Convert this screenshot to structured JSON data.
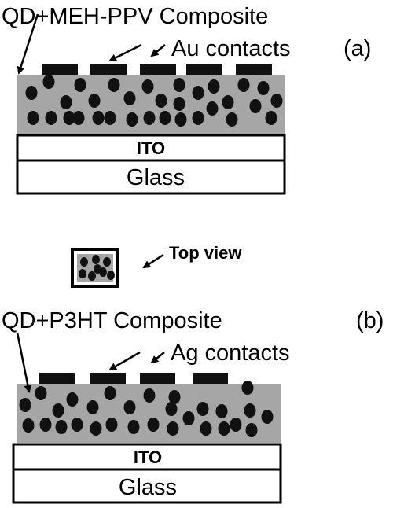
{
  "panel_a": {
    "composite_label": "QD+MEH-PPV Composite",
    "contacts_label": "Au contacts",
    "panel_tag": "(a)",
    "ito_label": "ITO",
    "glass_label": "Glass"
  },
  "top_view": {
    "label": "Top view"
  },
  "panel_b": {
    "composite_label": "QD+P3HT Composite",
    "contacts_label": "Ag contacts",
    "panel_tag": "(b)",
    "ito_label": "ITO",
    "glass_label": "Glass"
  },
  "colors": {
    "composite_fill": "#a6a6a6",
    "dot": "#111111",
    "outline": "#000000",
    "background": "#ffffff"
  }
}
